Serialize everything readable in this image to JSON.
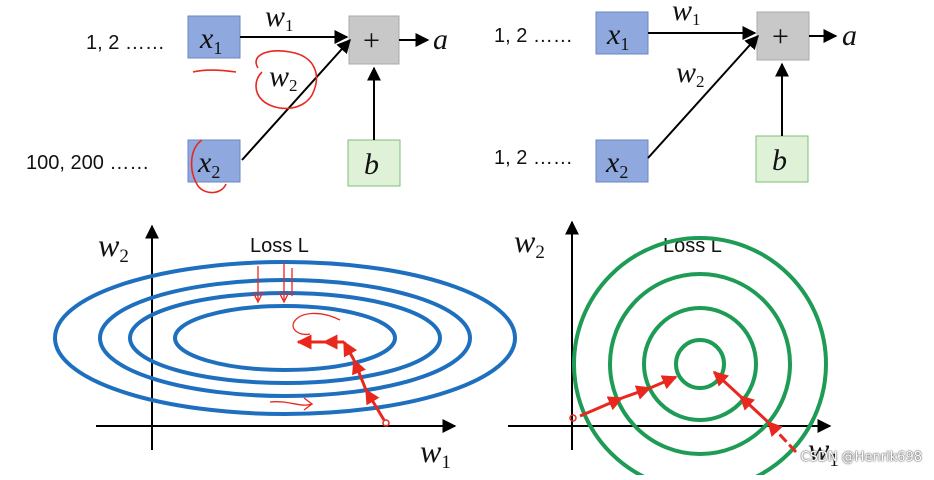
{
  "left_network": {
    "input1_values": "1, 2 ……",
    "input2_values": "100, 200 ……",
    "x1": "x",
    "x1_sub": "1",
    "x2": "x",
    "x2_sub": "2",
    "w1": "w",
    "w1_sub": "1",
    "w2": "w",
    "w2_sub": "2",
    "sum": "+",
    "bias": "b",
    "output": "a"
  },
  "right_network": {
    "input1_values": "1, 2 ……",
    "input2_values": "1, 2 ……",
    "x1": "x",
    "x1_sub": "1",
    "x2": "x",
    "x2_sub": "2",
    "w1": "w",
    "w1_sub": "1",
    "w2": "w",
    "w2_sub": "2",
    "sum": "+",
    "bias": "b",
    "output": "a"
  },
  "left_plot": {
    "title": "Loss L",
    "y_axis": "w",
    "y_sub": "2",
    "x_axis": "w",
    "x_sub": "1",
    "contour_color": "#1f6fbf"
  },
  "right_plot": {
    "title": "Loss L",
    "y_axis": "w",
    "y_sub": "2",
    "x_axis": "w",
    "x_sub": "1",
    "contour_color": "#1e9b55"
  },
  "colors": {
    "input_box": "#8fa8dd",
    "sum_box": "#c8c8c8",
    "bias_box": "#dff2d8",
    "path": "#e8281e"
  },
  "watermark": "CSDN @Henrik698"
}
